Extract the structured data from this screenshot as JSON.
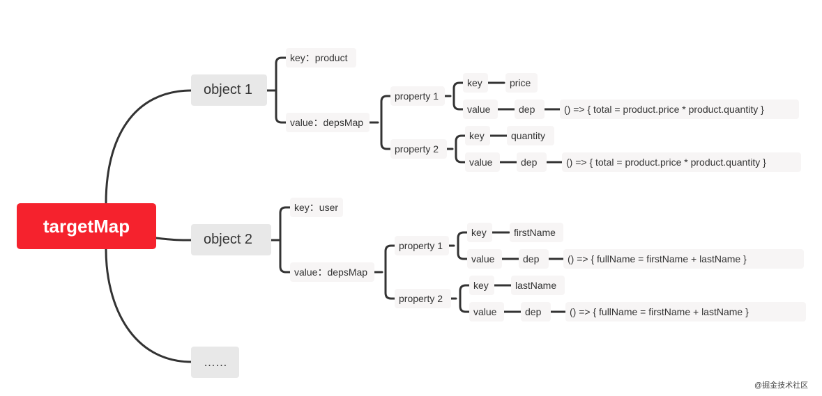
{
  "root": {
    "label": "targetMap"
  },
  "object1": {
    "label": "object 1",
    "key": "key：product",
    "value": "value：depsMap",
    "property1": {
      "label": "property 1",
      "key_label": "key",
      "key_value": "price",
      "value_label": "value",
      "dep_label": "dep",
      "effect": "() => {  total = product.price * product.quantity }"
    },
    "property2": {
      "label": "property 2",
      "key_label": "key",
      "key_value": "quantity",
      "value_label": "value",
      "dep_label": "dep",
      "effect": "() => {  total = product.price * product.quantity }"
    }
  },
  "object2": {
    "label": "object 2",
    "key": "key：user",
    "value": "value：depsMap",
    "property1": {
      "label": "property 1",
      "key_label": "key",
      "key_value": "firstName",
      "value_label": "value",
      "dep_label": "dep",
      "effect": "() => {  fullName = firstName + lastName }"
    },
    "property2": {
      "label": "property 2",
      "key_label": "key",
      "key_value": "lastName",
      "value_label": "value",
      "dep_label": "dep",
      "effect": "() => {  fullName = firstName + lastName }"
    }
  },
  "more": {
    "label": "……"
  },
  "watermark": "@掘金技术社区",
  "colors": {
    "root": "#f5222d",
    "connector": "#333333",
    "level1_bg": "#e8e8e8",
    "leaf_bg": "#f7f5f5"
  }
}
